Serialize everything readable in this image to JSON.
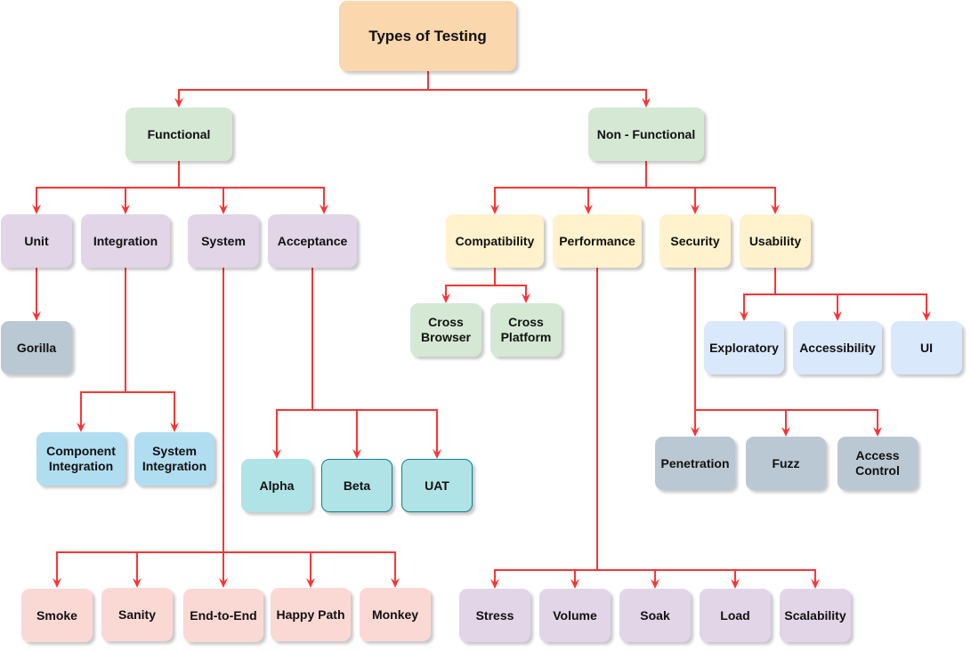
{
  "colors": {
    "edge": "#ff3333",
    "root": "#fad7ac",
    "category": "#d5e8d4",
    "functional_type": "#e1d5e7",
    "nonfunctional_type": "#fff2cc",
    "gorilla": "#bac8d3",
    "integration_sub": "#b1ddf0",
    "acceptance_sub": "#b0e3e6",
    "acceptance_border": "#0e8088",
    "system_sub": "#fad9d5",
    "compat_sub": "#d5e8d4",
    "usability_sub": "#dae8fc",
    "security_sub": "#bac8d3",
    "performance_sub": "#e1d5e7"
  },
  "nodes": {
    "root": "Types of Testing",
    "functional": "Functional",
    "non_functional": "Non - Functional",
    "unit": "Unit",
    "integration": "Integration",
    "system": "System",
    "acceptance": "Acceptance",
    "gorilla": "Gorilla",
    "component_integration": "Component\nIntegration",
    "system_integration": "System\nIntegration",
    "alpha": "Alpha",
    "beta": "Beta",
    "uat": "UAT",
    "smoke": "Smoke",
    "sanity": "Sanity",
    "end_to_end": "End-to-End",
    "happy_path": "Happy Path",
    "monkey": "Monkey",
    "compatibility": "Compatibility",
    "performance": "Performance",
    "security": "Security",
    "usability": "Usability",
    "cross_browser": "Cross\nBrowser",
    "cross_platform": "Cross\nPlatform",
    "exploratory": "Exploratory",
    "accessibility": "Accessibility",
    "ui": "UI",
    "penetration": "Penetration",
    "fuzz": "Fuzz",
    "access_control": "Access\nControl",
    "stress": "Stress",
    "volume": "Volume",
    "soak": "Soak",
    "load": "Load",
    "scalability": "Scalability"
  }
}
